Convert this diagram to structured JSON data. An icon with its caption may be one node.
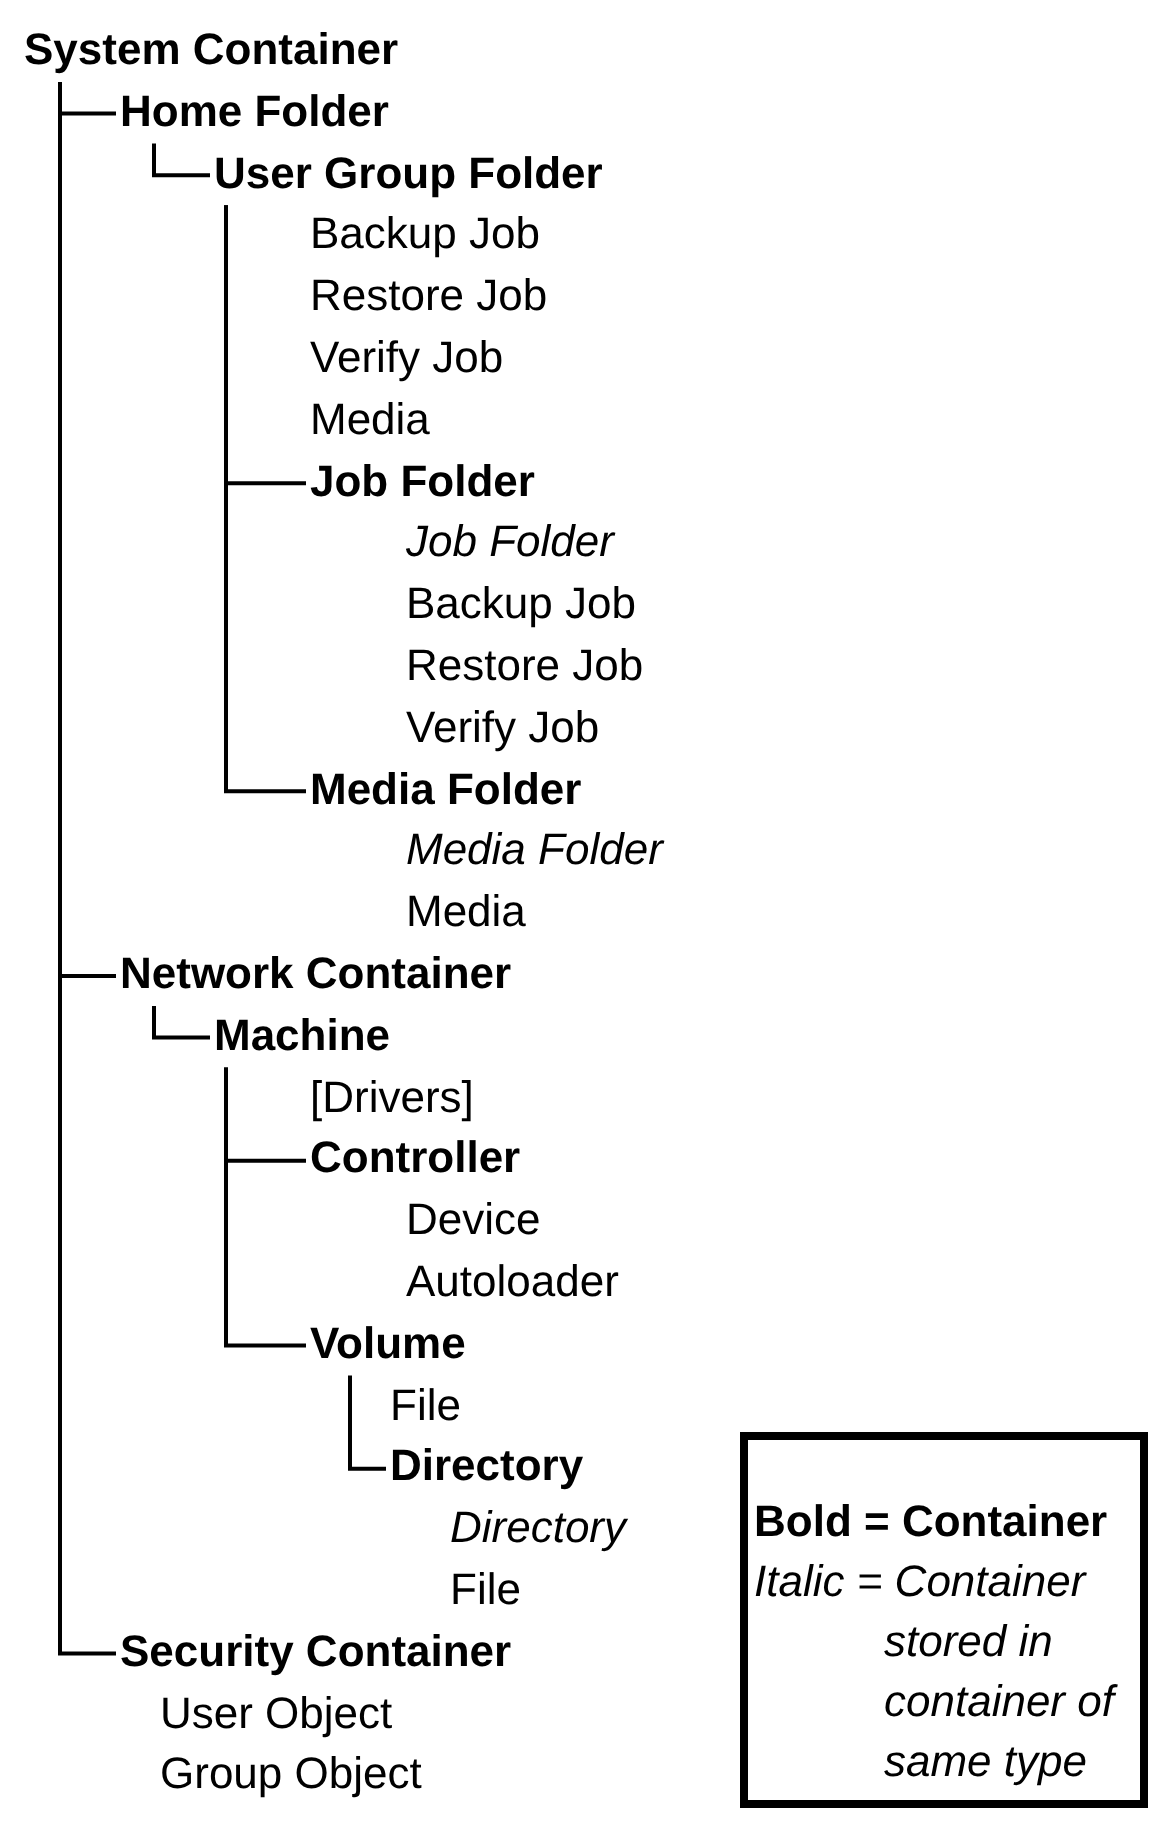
{
  "diagram": {
    "nodes": [
      {
        "text": [
          "System Container"
        ]
      },
      {
        "text": [
          "Home Folder"
        ]
      },
      {
        "text": [
          "User Group Folder"
        ]
      },
      {
        "text": [
          "Job Folder"
        ]
      },
      {
        "text": [
          "Media Folder"
        ]
      },
      {
        "text": [
          "Network Container"
        ]
      },
      {
        "text": [
          "Machine"
        ]
      },
      {
        "text": [
          "Controller"
        ]
      },
      {
        "text": [
          "Volume"
        ]
      },
      {
        "text": [
          "Directory"
        ]
      },
      {
        "text": [
          "Security Container"
        ]
      },
      {
        "text": [
          "Bold = Container",
          "Italic = Container stored in container of same type"
        ]
      }
    ],
    "edges": [
      {
        "from": 0,
        "to": 1,
        "arrow": "none"
      },
      {
        "from": 1,
        "to": 2,
        "arrow": "none"
      },
      {
        "from": 2,
        "to": 3,
        "arrow": "none"
      },
      {
        "from": 2,
        "to": 4,
        "arrow": "none"
      },
      {
        "from": 0,
        "to": 5,
        "arrow": "none"
      },
      {
        "from": 5,
        "to": 6,
        "arrow": "none"
      },
      {
        "from": 6,
        "to": 7,
        "arrow": "none"
      },
      {
        "from": 6,
        "to": 8,
        "arrow": "none"
      },
      {
        "from": 8,
        "to": 9,
        "arrow": "none"
      },
      {
        "from": 0,
        "to": 10,
        "arrow": "none"
      }
    ],
    "labels": [
      "Backup Job",
      "Restore Job",
      "Verify Job",
      "Media",
      "Job Folder",
      "Backup Job",
      "Restore Job",
      "Verify Job",
      "Media Folder",
      "Media",
      "[Drivers]",
      "Device",
      "Autoloader",
      "File",
      "Directory",
      "File",
      "User Object",
      "Group Object"
    ]
  }
}
